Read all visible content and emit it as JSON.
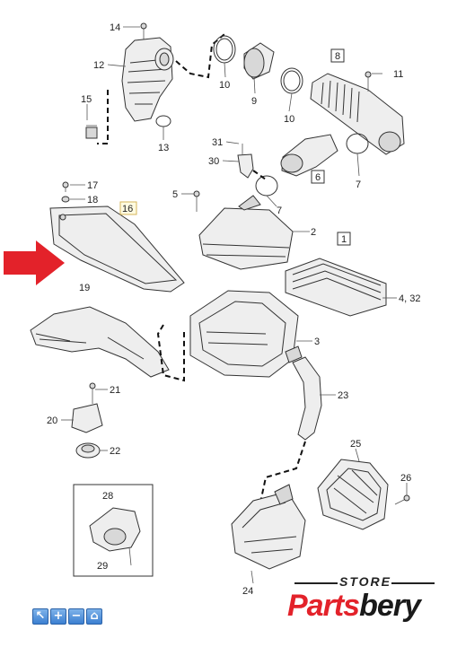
{
  "callouts": {
    "c14": "14",
    "c12": "12",
    "c15": "15",
    "c13": "13",
    "c10a": "10",
    "c9": "9",
    "c10b": "10",
    "c8": "8",
    "c11": "11",
    "c31": "31",
    "c30": "30",
    "c6": "6",
    "c7a": "7",
    "c7b": "7",
    "c17": "17",
    "c18": "18",
    "c16": "16",
    "c5": "5",
    "c2": "2",
    "c1": "1",
    "c4_32": "4, 32",
    "c19": "19",
    "c3": "3",
    "c21": "21",
    "c20": "20",
    "c22": "22",
    "c23": "23",
    "c25": "25",
    "c26": "26",
    "c28": "28",
    "c29": "29",
    "c24": "24"
  },
  "boxed_callouts": [
    "8",
    "6",
    "1"
  ],
  "highlighted_callouts": [
    "16"
  ],
  "colors": {
    "arrow": "#e3222a",
    "lines": "#333333",
    "toolbar_blue": "#3b7fd1"
  },
  "toolbar": {
    "buttons": [
      {
        "icon": "cursor-icon",
        "glyph": "↖"
      },
      {
        "icon": "zoom-in-icon",
        "glyph": "+"
      },
      {
        "icon": "zoom-out-icon",
        "glyph": "−"
      },
      {
        "icon": "home-icon",
        "glyph": "⌂"
      }
    ]
  },
  "logo": {
    "top": "STORE",
    "name_red": "Parts",
    "name_black": "bery"
  }
}
